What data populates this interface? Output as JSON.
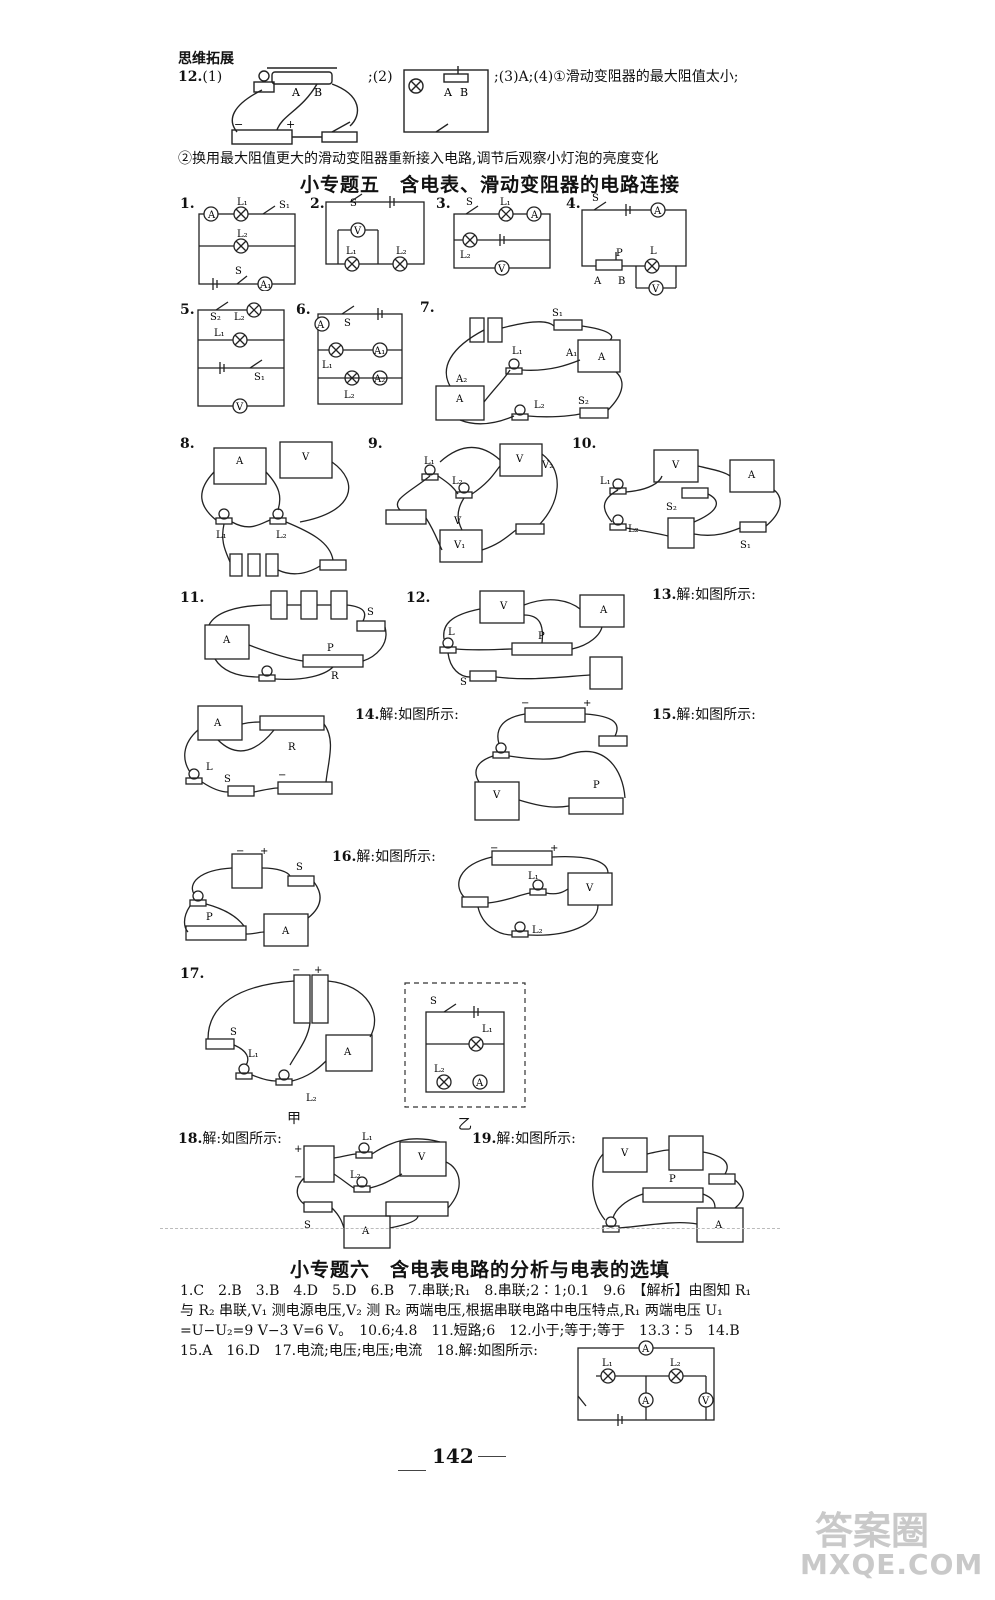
{
  "header": {
    "label": "思维拓展"
  },
  "q12": {
    "num": "12.",
    "p1": "(1)",
    "p2": ";(2)",
    "p3": ";(3)A;(4)①滑动变阻器的最大阻值太小;",
    "p4": "②换用最大阻值更大的滑动变阻器重新接入电路,调节后观察小灯泡的亮度变化"
  },
  "section5": {
    "title": "小专题五　含电表、滑动变阻器的电路连接"
  },
  "nums": {
    "n1": "1.",
    "n2": "2.",
    "n3": "3.",
    "n4": "4.",
    "n5": "5.",
    "n6": "6.",
    "n7": "7.",
    "n8": "8.",
    "n9": "9.",
    "n10": "10.",
    "n11": "11.",
    "n12": "12.",
    "n13": "13.",
    "n14": "14.",
    "n15": "15.",
    "n16": "16.",
    "n17": "17.",
    "n18": "18.",
    "n19": "19."
  },
  "solve_label": "解:如图所示:",
  "labels": {
    "A": "A",
    "V": "V",
    "S": "S",
    "L": "L",
    "P": "P",
    "B": "B",
    "R": "R",
    "A1": "A₁",
    "A2": "A₂",
    "V1": "V₁",
    "V2": "V₂",
    "L1": "L₁",
    "L2": "L₂",
    "S1": "S₁",
    "S2": "S₂",
    "plus": "+",
    "minus": "−"
  },
  "q17": {
    "jia": "甲",
    "yi": "乙"
  },
  "section6": {
    "title": "小专题六　含电表电路的分析与电表的选填"
  },
  "answers6": {
    "line1": "1.C　2.B　3.B　4.D　5.D　6.B　7.串联;R₁　8.串联;2∶1;0.1　9.6　【解析】由图知 R₁",
    "line2": "与 R₂ 串联,V₁ 测电源电压,V₂ 测 R₂ 两端电压,根据串联电路中电压特点,R₁ 两端电压 U₁",
    "line3": "=U−U₂=9 V−3 V=6 V。　10.6;4.8　11.短路;6　12.小于;等于;等于　13.3∶5　14.B",
    "line4": "15.A　16.D　17.电流;电压;电压;电流　18.解:如图所示:"
  },
  "page": {
    "number": "142"
  },
  "watermark": {
    "top": "答案圈",
    "bottom": "MXQE.COM"
  }
}
